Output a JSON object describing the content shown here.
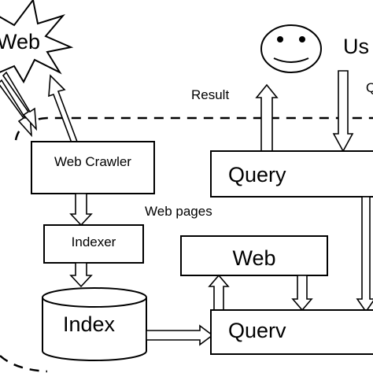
{
  "labels": {
    "web_cloud": "Web",
    "user": "Us",
    "result": "Result",
    "cut_label": "Q",
    "web_crawler": "Web Crawler",
    "web_pages": "Web pages",
    "indexer": "Indexer",
    "index": "Index",
    "web_box": "Web",
    "query_top": "Query",
    "query_bottom": "Querv"
  },
  "colors": {
    "stroke": "#000000",
    "fill": "#ffffff"
  },
  "icons": {
    "user_face": "smiley-face-icon",
    "web_cloud": "starburst-icon"
  }
}
